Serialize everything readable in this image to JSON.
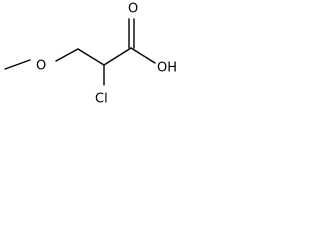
{
  "molecule": {
    "atoms": {
      "methoxy_oxygen": "O",
      "chlorine": "Cl",
      "carbonyl_oxygen": "O",
      "hydroxyl": "OH"
    },
    "colors": {
      "bond": "#000000",
      "label": "#000000",
      "background": "#ffffff"
    }
  }
}
